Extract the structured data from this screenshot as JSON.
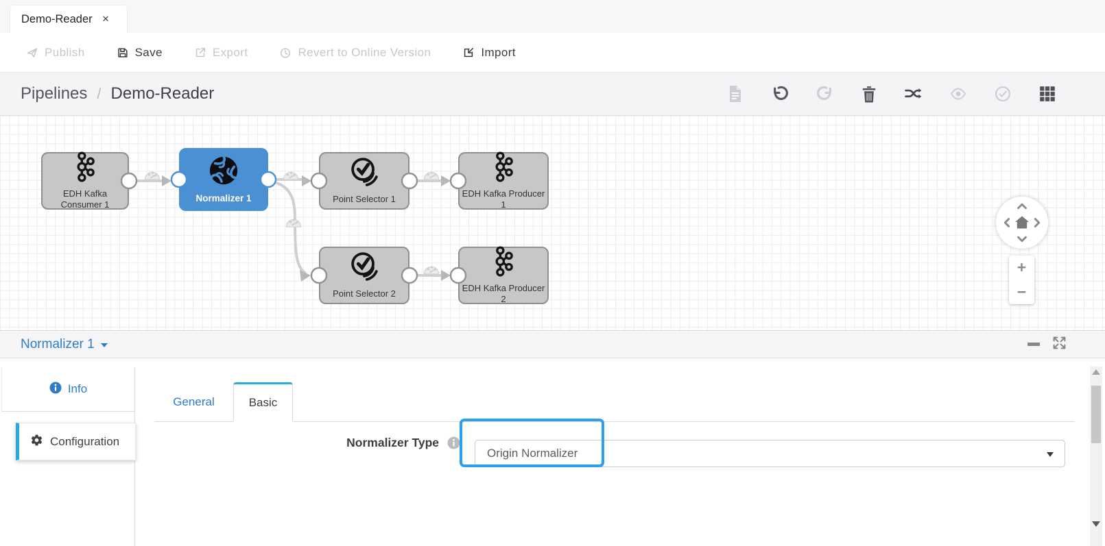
{
  "window_tab": {
    "title": "Demo-Reader",
    "close": "✕"
  },
  "toolbar": {
    "publish": "Publish",
    "save": "Save",
    "export": "Export",
    "revert": "Revert to Online Version",
    "import": "Import",
    "disabled_items": [
      "Publish",
      "Export",
      "Revert to Online Version"
    ]
  },
  "breadcrumb": {
    "root": "Pipelines",
    "separator": "/",
    "current": "Demo-Reader"
  },
  "canvas_actions": {
    "icons": [
      "document-icon",
      "undo-icon",
      "redo-icon",
      "delete-icon",
      "shuffle-icon",
      "preview-eye-icon",
      "validate-check-icon",
      "grid-icon"
    ],
    "disabled_icons": [
      "document-icon",
      "redo-icon",
      "preview-eye-icon",
      "validate-check-icon"
    ]
  },
  "pipeline": {
    "nodes": [
      {
        "label": "EDH Kafka Consumer 1",
        "type": "kafka-consumer",
        "selected": false
      },
      {
        "label": "Normalizer 1",
        "type": "normalizer",
        "selected": true
      },
      {
        "label": "Point Selector 1",
        "type": "point-selector",
        "selected": false
      },
      {
        "label": "EDH Kafka Producer 1",
        "type": "kafka-producer",
        "selected": false
      },
      {
        "label": "Point Selector 2",
        "type": "point-selector",
        "selected": false
      },
      {
        "label": "EDH Kafka Producer 2",
        "type": "kafka-producer",
        "selected": false
      }
    ],
    "connections": [
      {
        "from": "EDH Kafka Consumer 1",
        "to": "Normalizer 1"
      },
      {
        "from": "Normalizer 1",
        "to": "Point Selector 1"
      },
      {
        "from": "Point Selector 1",
        "to": "EDH Kafka Producer 1"
      },
      {
        "from": "Normalizer 1",
        "to": "Point Selector 2"
      },
      {
        "from": "Point Selector 2",
        "to": "EDH Kafka Producer 2"
      }
    ]
  },
  "detail_panel": {
    "title": "Normalizer 1",
    "sidebar": {
      "info": "Info",
      "configuration": "Configuration",
      "active": "Configuration"
    },
    "tabs": {
      "general": "General",
      "basic": "Basic",
      "active": "Basic"
    },
    "form": {
      "normalizer_type_label": "Normalizer Type",
      "normalizer_type_value": "Origin Normalizer"
    }
  },
  "colors": {
    "accent_blue": "#29abe2",
    "selected_node_blue": "#4a90d2",
    "link_text_blue": "#2e7cc3",
    "highlight_border_blue": "#2d9ff0"
  }
}
